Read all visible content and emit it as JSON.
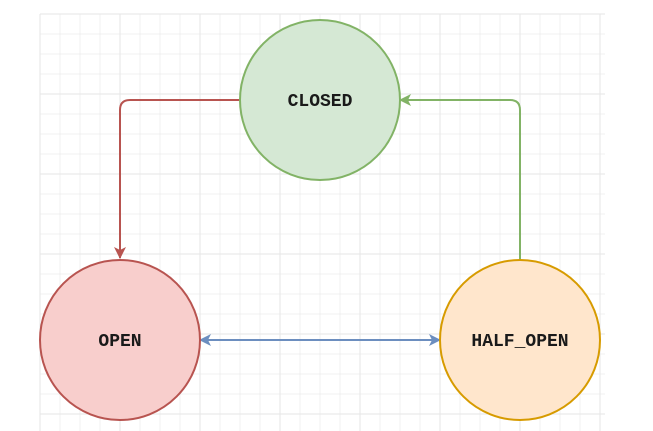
{
  "diagram": {
    "type": "state-machine",
    "show_grid": true,
    "grid_color": "#e6e6e6",
    "nodes": {
      "closed": {
        "label": "CLOSED",
        "fill": "#d5e8d4",
        "stroke": "#82b366"
      },
      "open": {
        "label": "OPEN",
        "fill": "#f8cecc",
        "stroke": "#b85450"
      },
      "half_open": {
        "label": "HALF_OPEN",
        "fill": "#ffe6cc",
        "stroke": "#d79b00"
      }
    },
    "edges": [
      {
        "from": "CLOSED",
        "to": "OPEN",
        "color": "#b85450",
        "direction": "one-way"
      },
      {
        "from": "HALF_OPEN",
        "to": "CLOSED",
        "color": "#82b366",
        "direction": "one-way"
      },
      {
        "from": "OPEN",
        "to": "HALF_OPEN",
        "color": "#6c8ebf",
        "direction": "two-way"
      }
    ]
  }
}
